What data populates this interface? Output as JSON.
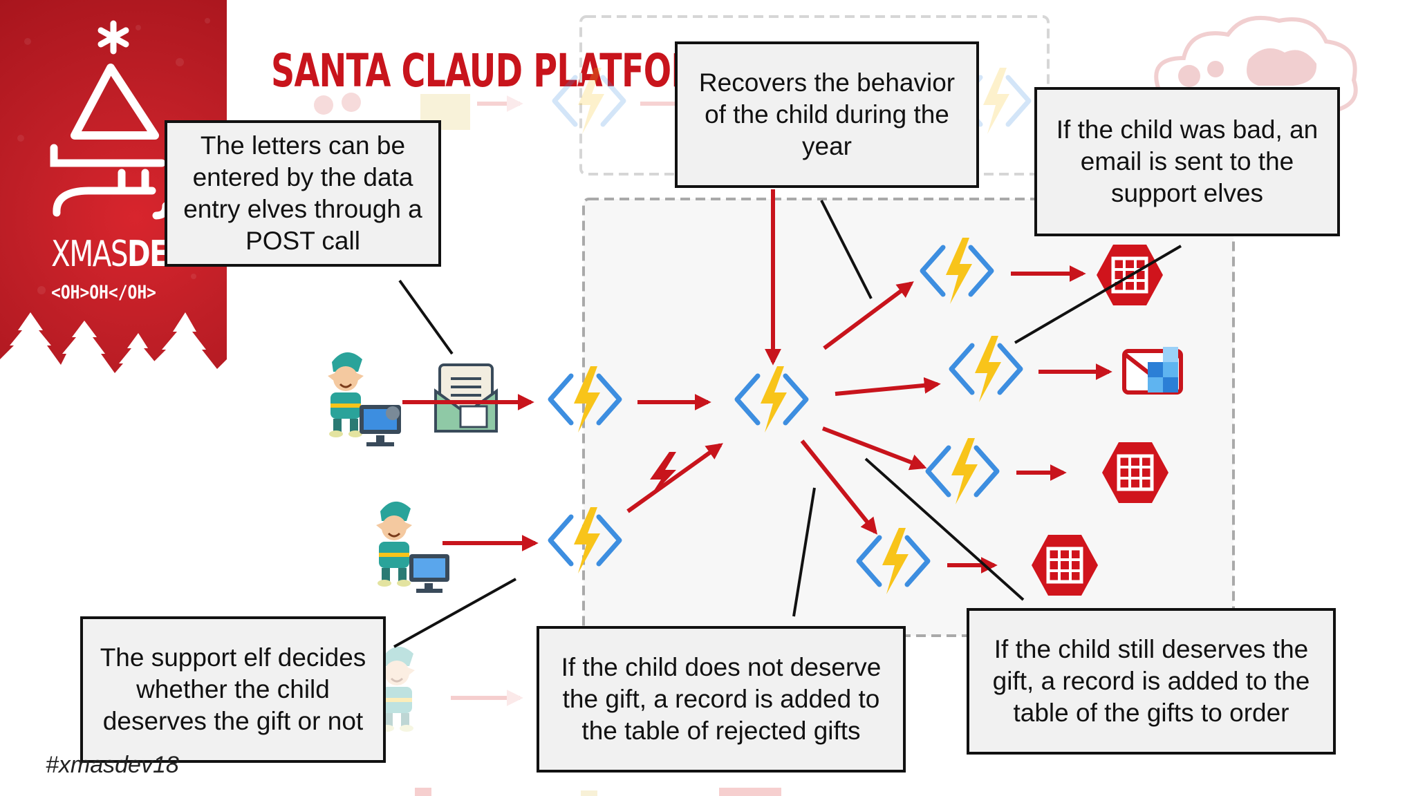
{
  "slide": {
    "title": "SANTA CLAUD PLATFORM",
    "hashtag": "#xmasdev18",
    "brand": {
      "name_light": "XMAS",
      "name_bold": "DEV",
      "tagline": "<OH>OH</OH>"
    },
    "colors": {
      "brand_red": "#c8141c",
      "arrow_red": "#c8141c",
      "function_yellow": "#f8c41a",
      "function_blue": "#3d8ee0",
      "callout_bg": "#f1f1f1"
    }
  },
  "callouts": [
    {
      "id": "letters",
      "text": "The letters can be entered by the data entry elves through a POST call"
    },
    {
      "id": "recover",
      "text": "Recovers the behavior of the child during the year"
    },
    {
      "id": "bad",
      "text": "If the child was bad, an email is sent to the support elves"
    },
    {
      "id": "support",
      "text": "The support elf decides whether the child deserves the gift or not"
    },
    {
      "id": "rejected",
      "text": "If the child does not deserve the gift, a record is added to the table of rejected gifts"
    },
    {
      "id": "deserves",
      "text": "If the child still deserves the gift, a record is added to the table of the gifts to order"
    }
  ],
  "icons": {
    "function": "azure-function-icon",
    "table": "table-storage-icon",
    "mail": "sendgrid-mail-icon",
    "letter": "letter-json-icon",
    "elf": "elf-icon"
  }
}
